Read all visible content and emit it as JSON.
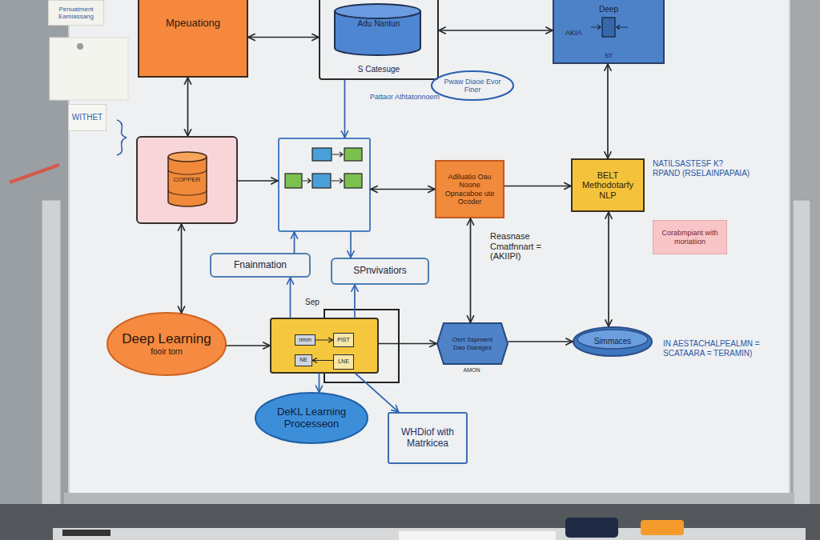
{
  "diagram": {
    "nodes": [
      {
        "text": [
          "Penuatment Eamiassang"
        ]
      },
      {
        "text": [
          "Mpeuationg"
        ]
      },
      {
        "text": [
          "Adu Nantun",
          "S Catesuge"
        ]
      },
      {
        "text": [
          "Deep",
          "AKIA",
          "ST"
        ]
      },
      {
        "text": [
          "Pwaw Diaoe Evor Finer"
        ]
      },
      {
        "text": [
          "WITHET"
        ]
      },
      {
        "text": [
          "COPPER"
        ]
      },
      {
        "text": []
      },
      {
        "text": [
          "Adiluatio Oau Noone Opnacaboe ute Ocoder"
        ]
      },
      {
        "text": [
          "BELT Methodotarfy NLP"
        ]
      },
      {
        "text": [
          "Corabmpiant with moriatiion"
        ]
      },
      {
        "text": [
          "Fnainmation"
        ]
      },
      {
        "text": [
          "SPnvivatiors"
        ]
      },
      {
        "text": [
          "Deep Learning",
          "fooir torn"
        ]
      },
      {
        "text": []
      },
      {
        "text": [
          "nmm"
        ],
        "in": 14
      },
      {
        "text": [
          "PIST"
        ],
        "in": 14
      },
      {
        "text": [
          "NE"
        ],
        "in": 14
      },
      {
        "text": [
          "LNE"
        ],
        "in": 14
      },
      {
        "text": [
          "Oert Ssprnent Dao Dianiges"
        ]
      },
      {
        "text": [
          "Simmaces"
        ]
      },
      {
        "text": [
          "DeKL Learning Processeon"
        ]
      },
      {
        "text": [
          "WHDiof with Matrkicea"
        ]
      }
    ],
    "edges": [
      {
        "from": 1,
        "to": 2,
        "arrow": "both"
      },
      {
        "from": 2,
        "to": 3,
        "arrow": "both"
      },
      {
        "from": 1,
        "to": 6,
        "arrow": "both"
      },
      {
        "from": 6,
        "to": 7,
        "arrow": "to"
      },
      {
        "from": 2,
        "to": 7,
        "arrow": "to"
      },
      {
        "from": 7,
        "to": 8,
        "arrow": "both"
      },
      {
        "from": 8,
        "to": 9,
        "arrow": "to"
      },
      {
        "from": 3,
        "to": 9,
        "arrow": "both"
      },
      {
        "from": 6,
        "to": 13,
        "arrow": "both"
      },
      {
        "from": 11,
        "to": 7,
        "arrow": "to"
      },
      {
        "from": 7,
        "to": 12,
        "arrow": "to"
      },
      {
        "from": 14,
        "to": 11,
        "arrow": "to"
      },
      {
        "from": 14,
        "to": 12,
        "arrow": "to"
      },
      {
        "from": 13,
        "to": 14,
        "arrow": "to"
      },
      {
        "from": 14,
        "to": 19,
        "arrow": "to"
      },
      {
        "from": 14,
        "to": 21,
        "arrow": "to"
      },
      {
        "from": 14,
        "to": 22,
        "arrow": "to"
      },
      {
        "from": 19,
        "to": 20,
        "arrow": "to"
      },
      {
        "from": 8,
        "to": 19,
        "arrow": "both"
      },
      {
        "from": 9,
        "to": 20,
        "arrow": "both"
      },
      {
        "from": 15,
        "to": 16,
        "arrow": "to"
      },
      {
        "from": 18,
        "to": 17,
        "arrow": "to"
      }
    ],
    "labels": [
      "Pattaor Athtatonnoem",
      "NATILSASTESF K? RPAND (RSELAINPAPAIA)",
      "Reasnase Cmatfnnart =(AKIIPI)",
      "Sep",
      "IN AESTACHALPEALMN = SCATAARA = TERAMIN)",
      "AMON"
    ]
  }
}
